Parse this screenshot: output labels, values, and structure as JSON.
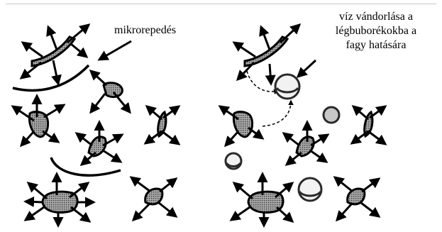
{
  "labels": {
    "microcrack": "mikrorepedés",
    "migration_line1": "víz vándorlása a",
    "migration_line2": "légbuborékokba a",
    "migration_line3": "fagy hatására"
  },
  "colors": {
    "ink": "#000000",
    "particle_fill": "#8c8c8c",
    "background": "#ffffff",
    "bubble_fill": "#f2f2f2",
    "bubble_outline": "#2a2a2a"
  }
}
